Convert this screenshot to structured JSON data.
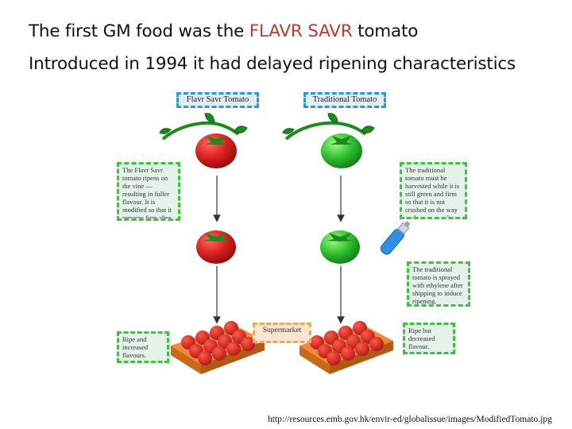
{
  "line1": {
    "prefix": "The first GM food was the ",
    "highlight": "FLAVR SAVR",
    "suffix": " tomato"
  },
  "line2": "Introduced in 1994 it had delayed ripening characteristics",
  "diagram": {
    "left_title": "Flavr Savr Tomato",
    "right_title": "Traditional Tomato",
    "left_note": "The Flavr Savr tomato ripens on the vine — resulting in fuller flavour. It is modified so that it remains firm after harvesting",
    "right_note1": "The traditional tomato must be harvested while it is still green and firm so that it is not crushed on the way to the supermarket.",
    "right_note2": "The traditional tomato is sprayed with ethylene after shipping to induce ripening.",
    "left_result": "Ripe and increased flavours.",
    "right_result": "Ripe but decreased flavour.",
    "supermarket": "Supermarket",
    "colors": {
      "ripe": "#d81f1f",
      "green": "#2fbe2f",
      "box_border": "#3cc43c",
      "title_border": "#2f96d8",
      "accent": "#c0392b"
    }
  },
  "credit": "http://resources.emb.gov.hk/envir-ed/globalissue/images/ModifiedTomato.jpg"
}
